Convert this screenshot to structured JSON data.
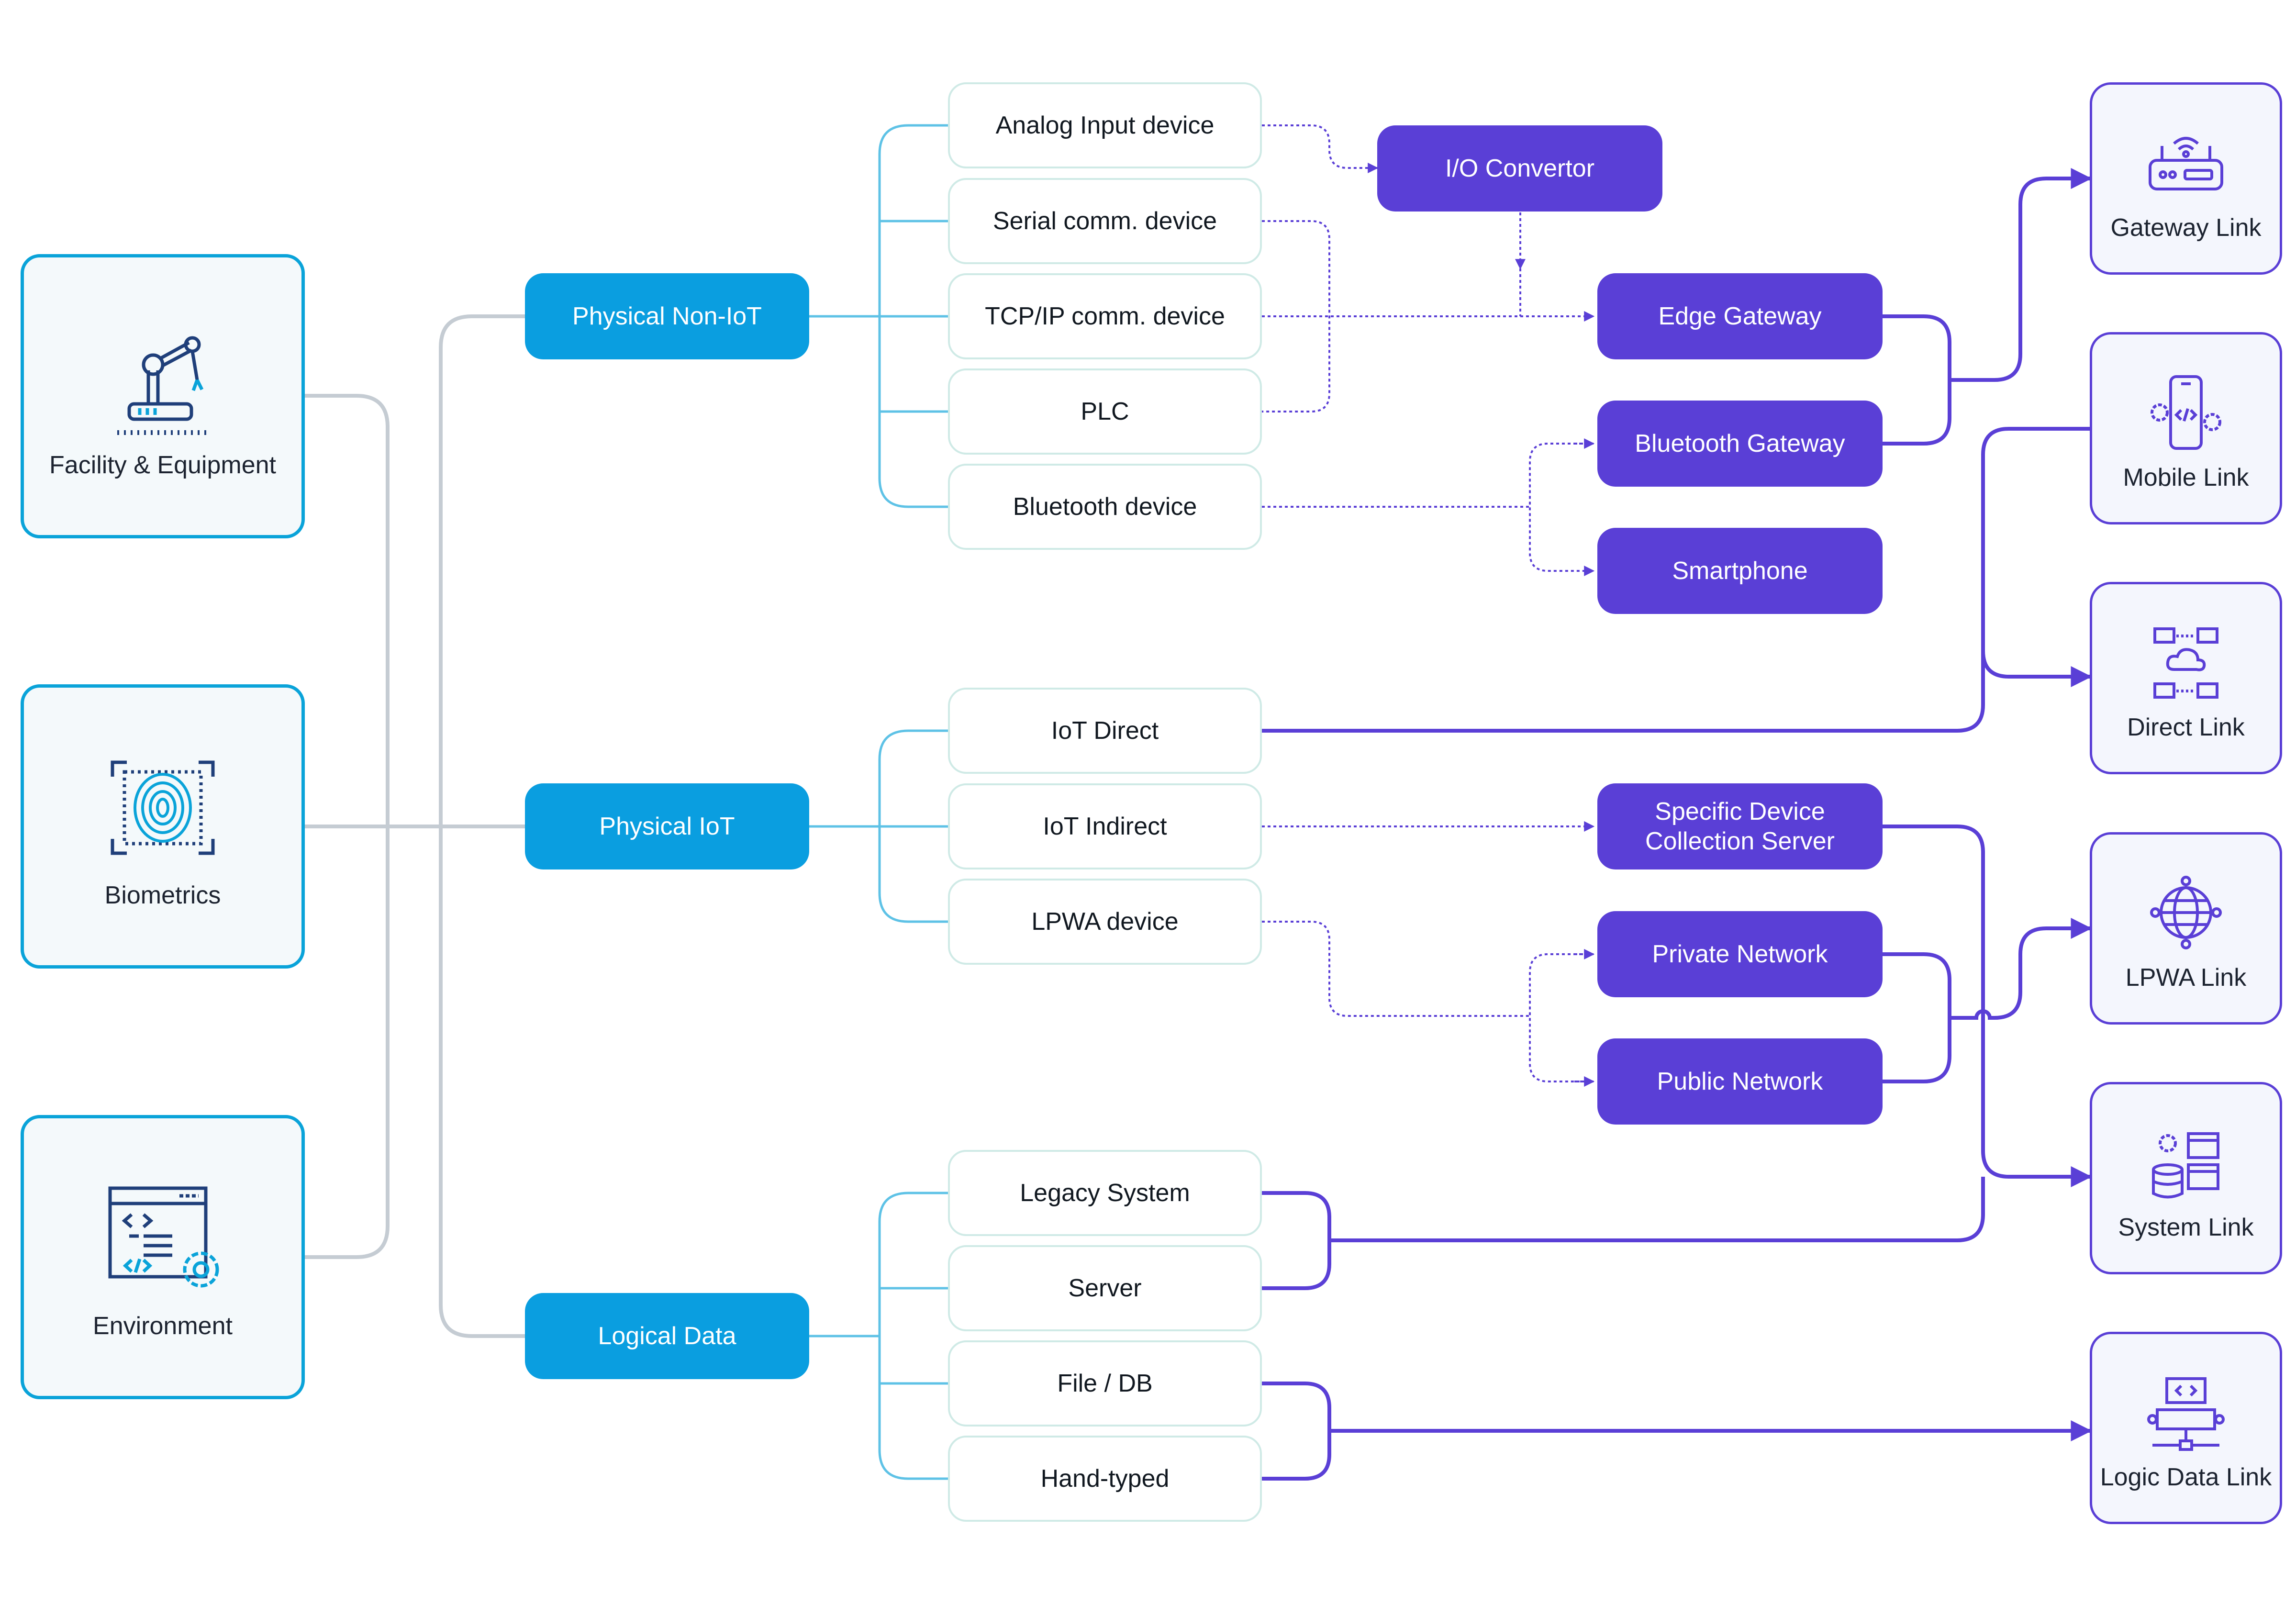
{
  "colors": {
    "gray_wire": "#c5ccd3",
    "cyan_wire": "#5ec2e6",
    "cyan_box": "#0a9ee0",
    "purple": "#5a3fd6",
    "source_border": "#0aa3d9",
    "device_border": "#cfeae6"
  },
  "sources": [
    {
      "label": "Facility & Equipment",
      "icon": "robot-arm-icon"
    },
    {
      "label": "Biometrics",
      "icon": "fingerprint-icon"
    },
    {
      "label": "Environment",
      "icon": "code-window-gear-icon"
    }
  ],
  "categories": [
    {
      "label": "Physical Non-IoT"
    },
    {
      "label": "Physical IoT"
    },
    {
      "label": "Logical Data"
    }
  ],
  "devices": [
    {
      "label": "Analog Input device"
    },
    {
      "label": "Serial comm. device"
    },
    {
      "label": "TCP/IP comm. device"
    },
    {
      "label": "PLC"
    },
    {
      "label": "Bluetooth device"
    },
    {
      "label": "IoT Direct"
    },
    {
      "label": "IoT Indirect"
    },
    {
      "label": "LPWA device"
    },
    {
      "label": "Legacy System"
    },
    {
      "label": "Server"
    },
    {
      "label": "File / DB"
    },
    {
      "label": "Hand-typed"
    }
  ],
  "hubs": [
    {
      "label": "I/O Convertor"
    },
    {
      "label": "Edge Gateway"
    },
    {
      "label": "Bluetooth Gateway"
    },
    {
      "label": "Smartphone"
    },
    {
      "label": "Specific Device Collection Server"
    },
    {
      "label": "Private Network"
    },
    {
      "label": "Public Network"
    }
  ],
  "links": [
    {
      "label": "Gateway Link",
      "icon": "router-icon"
    },
    {
      "label": "Mobile Link",
      "icon": "mobile-code-icon"
    },
    {
      "label": "Direct Link",
      "icon": "cloud-network-icon"
    },
    {
      "label": "LPWA Link",
      "icon": "globe-network-icon"
    },
    {
      "label": "System Link",
      "icon": "database-server-icon"
    },
    {
      "label": "Logic Data Link",
      "icon": "code-network-icon"
    }
  ]
}
